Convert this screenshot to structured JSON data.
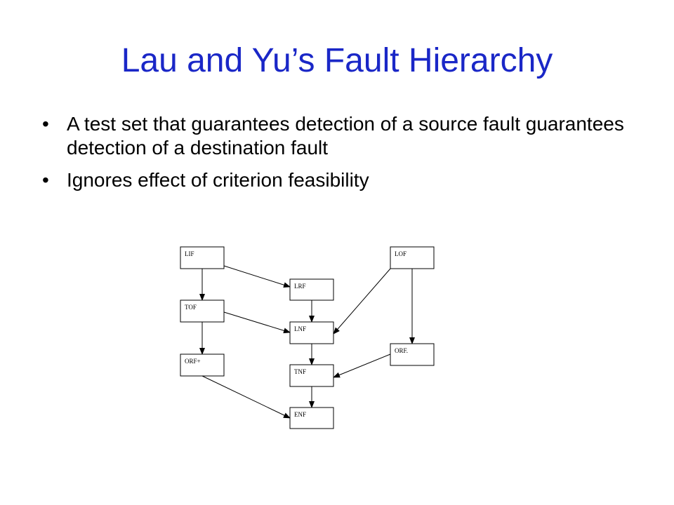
{
  "slide": {
    "title": "Lau and Yu’s Fault Hierarchy",
    "bullets": [
      "A test set that guarantees detection of a source fault guarantees detection of a destination fault",
      "Ignores effect of criterion feasibility"
    ],
    "bullet_symbol": "•",
    "title_color": "#1a27c7"
  },
  "diagram": {
    "nodes": [
      {
        "id": "LIF",
        "label": "LIF"
      },
      {
        "id": "LOF",
        "label": "LOF"
      },
      {
        "id": "LRF",
        "label": "LRF"
      },
      {
        "id": "TOF",
        "label": "TOF"
      },
      {
        "id": "LNF",
        "label": "LNF"
      },
      {
        "id": "ORF_dot",
        "label": "ORF."
      },
      {
        "id": "ORF_plus",
        "label": "ORF+"
      },
      {
        "id": "TNF",
        "label": "TNF"
      },
      {
        "id": "ENF",
        "label": "ENF"
      }
    ],
    "edges": [
      {
        "from": "LIF",
        "to": "TOF"
      },
      {
        "from": "LIF",
        "to": "LRF"
      },
      {
        "from": "TOF",
        "to": "ORF_plus"
      },
      {
        "from": "TOF",
        "to": "LNF"
      },
      {
        "from": "LRF",
        "to": "LNF"
      },
      {
        "from": "LOF",
        "to": "LNF"
      },
      {
        "from": "LOF",
        "to": "ORF_dot"
      },
      {
        "from": "LNF",
        "to": "TNF"
      },
      {
        "from": "ORF_dot",
        "to": "TNF"
      },
      {
        "from": "TNF",
        "to": "ENF"
      },
      {
        "from": "ORF_plus",
        "to": "ENF"
      }
    ]
  }
}
